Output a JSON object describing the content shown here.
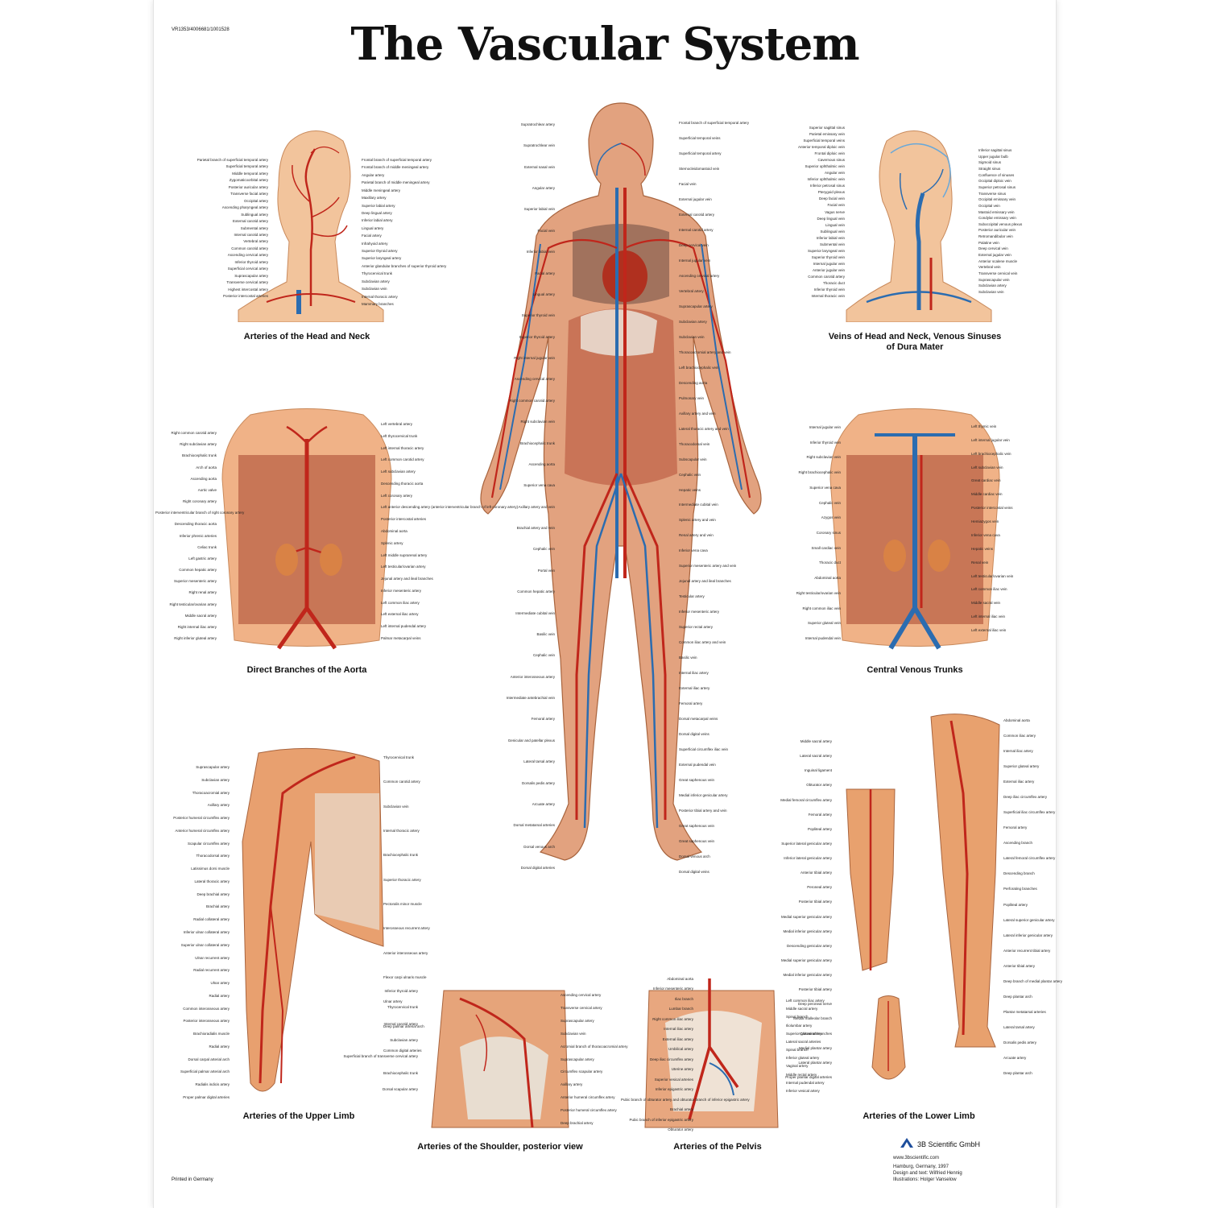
{
  "poster": {
    "product_code": "VR1353/4006681/1001528",
    "title": "The Vascular System",
    "printed": "Printed in Germany",
    "publisher": "3B Scientific GmbH",
    "url": "www.3bscientific.com",
    "city": "Hamburg, Germany, 1997",
    "design": "Design and text: Wilfried Hennig",
    "illustrations": "Illustrations: Holger Vanselow"
  },
  "captions": {
    "head_neck_arteries": "Arteries of the Head and Neck",
    "head_neck_veins": "Veins of Head and Neck, Venous Sinuses of Dura Mater",
    "aorta": "Direct Branches of the Aorta",
    "venous_trunks": "Central Venous Trunks",
    "upper_limb": "Arteries of the Upper Limb",
    "shoulder": "Arteries of the Shoulder, posterior view",
    "pelvis": "Arteries of the Pelvis",
    "lower_limb": "Arteries of the Lower Limb"
  },
  "labels": {
    "head_neck_arteries_left": [
      "Parietal branch of superficial temporal artery",
      "Superficial temporal artery",
      "Middle temporal artery",
      "Zygomaticoorbital artery",
      "Posterior auricular artery",
      "Transverse facial artery",
      "Occipital artery",
      "Ascending pharyngeal artery",
      "Sublingual artery",
      "External carotid artery",
      "Submental artery",
      "Internal carotid artery",
      "Vertebral artery",
      "Common carotid artery",
      "Ascending cervical artery",
      "Inferior thyroid artery",
      "Superficial cervical artery",
      "Suprascapular artery",
      "Transverse cervical artery",
      "Highest intercostal artery",
      "Posterior intercostal arteries"
    ],
    "head_neck_arteries_right": [
      "Frontal branch of superficial temporal artery",
      "Frontal branch of middle meningeal artery",
      "Angular artery",
      "Parietal branch of middle meningeal artery",
      "Middle meningeal artery",
      "Maxillary artery",
      "Superior labial artery",
      "Deep lingual artery",
      "Inferior labial artery",
      "Lingual artery",
      "Facial artery",
      "Infrahyoid artery",
      "Superior thyroid artery",
      "Superior laryngeal artery",
      "Anterior glandular branches of superior thyroid artery",
      "Thyrocervical trunk",
      "Subclavian artery",
      "Subclavian vein",
      "Internal thoracic artery",
      "Mammary branches"
    ],
    "body_left": [
      "Supratrochlear artery",
      "Supratrochlear vein",
      "External nasal vein",
      "Angular artery",
      "Superior labial vein",
      "Facial vein",
      "Inferior labial vein",
      "Facial artery",
      "Lingual artery",
      "Superior thyroid vein",
      "Superior thyroid artery",
      "Right internal jugular vein",
      "Ascending cervical artery",
      "Right common carotid artery",
      "Right subclavian vein",
      "Brachiocephalic trunk",
      "Ascending aorta",
      "Superior vena cava",
      "Axillary artery and vein",
      "Brachial artery and vein",
      "Cephalic vein",
      "Portal vein",
      "Common hepatic artery",
      "Intermediate cubital vein",
      "Basilic vein",
      "Cephalic vein",
      "Anterior interosseous artery",
      "Intermediate antebrachial vein",
      "Femoral artery",
      "Genicular and patellar plexus",
      "Lateral tarsal artery",
      "Dorsalis pedis artery",
      "Arcuate artery",
      "Dorsal metatarsal arteries",
      "Dorsal venous arch",
      "Dorsal digital arteries"
    ],
    "body_right": [
      "Frontal branch of superficial temporal artery",
      "Superficial temporal veins",
      "Superficial temporal artery",
      "Sternocleidomastoid vein",
      "Facial vein",
      "External jugular vein",
      "External carotid artery",
      "Internal carotid artery",
      "Deep cervical vein",
      "Internal jugular vein",
      "Ascending cervical artery",
      "Vertebral artery",
      "Suprascapular artery",
      "Subclavian artery",
      "Subclavian vein",
      "Thoracoacromial artery and vein",
      "Left brachiocephalic vein",
      "Descending aorta",
      "Pulmonary vein",
      "Axillary artery and vein",
      "Lateral thoracic artery and vein",
      "Thoracodorsal vein",
      "Subscapular vein",
      "Cephalic vein",
      "Hepatic veins",
      "Intermediate cubital vein",
      "Splenic artery and vein",
      "Renal artery and vein",
      "Inferior vena cava",
      "Superior mesenteric artery and vein",
      "Jejunal artery and ileal branches",
      "Testicular artery",
      "Inferior mesenteric artery",
      "Superior rectal artery",
      "Common iliac artery and vein",
      "Basilic vein",
      "Internal iliac artery",
      "External iliac artery",
      "Femoral artery",
      "Dorsal metacarpal veins",
      "Dorsal digital veins",
      "Superficial circumflex iliac vein",
      "External pudendal vein",
      "Great saphenous vein",
      "Medial inferior genicular artery",
      "Posterior tibial artery and vein",
      "Great saphenous vein",
      "Great saphenous vein",
      "Dorsal venous arch",
      "Dorsal digital veins"
    ],
    "head_neck_veins_left": [
      "Superior sagittal sinus",
      "Parietal emissary vein",
      "Superficial temporal veins",
      "Anterior temporal diploic vein",
      "Frontal diploic vein",
      "Cavernous sinus",
      "Superior ophthalmic vein",
      "Angular vein",
      "Inferior ophthalmic vein",
      "Inferior petrosal sinus",
      "Pterygoid plexus",
      "Deep facial vein",
      "Facial vein",
      "Vagus nerve",
      "Deep lingual vein",
      "Lingual vein",
      "Sublingual vein",
      "Inferior labial vein",
      "Submental vein",
      "Superior laryngeal vein",
      "Superior thyroid vein",
      "Internal jugular vein",
      "Anterior jugular vein",
      "Common carotid artery",
      "Thoracic duct",
      "Inferior thyroid vein",
      "Internal thoracic vein"
    ],
    "head_neck_veins_right": [
      "Inferior sagittal sinus",
      "Upper jugular bulb",
      "Sigmoid sinus",
      "Straight sinus",
      "Confluence of sinuses",
      "Occipital diploic vein",
      "Superior petrosal sinus",
      "Transverse sinus",
      "Occipital emissary vein",
      "Occipital vein",
      "Mastoid emissary vein",
      "Condylar emissary vein",
      "Suboccipital venous plexus",
      "Posterior auricular vein",
      "Retromandibular vein",
      "Palatine vein",
      "Deep cervical vein",
      "External jugular vein",
      "Anterior scalene muscle",
      "Vertebral vein",
      "Transverse cervical vein",
      "Suprascapular vein",
      "Subclavian artery",
      "Subclavian vein"
    ],
    "aorta_left": [
      "Right common carotid artery",
      "Right subclavian artery",
      "Brachiocephalic trunk",
      "Arch of aorta",
      "Ascending aorta",
      "Aortic valve",
      "Right coronary artery",
      "Posterior interventricular branch of right coronary artery",
      "Descending thoracic aorta",
      "Inferior phrenic arteries",
      "Celiac trunk",
      "Left gastric artery",
      "Common hepatic artery",
      "Superior mesenteric artery",
      "Right renal artery",
      "Right testicular/ovarian artery",
      "Middle sacral artery",
      "Right internal iliac artery",
      "Right inferior gluteal artery"
    ],
    "aorta_right": [
      "Left vertebral artery",
      "Left thyrocervical trunk",
      "Left internal thoracic artery",
      "Left common carotid artery",
      "Left subclavian artery",
      "Descending thoracic aorta",
      "Left coronary artery",
      "Left anterior descending artery (anterior interventricular branch of left coronary artery)",
      "Posterior intercostal arteries",
      "Abdominal aorta",
      "Splenic artery",
      "Left middle suprarenal artery",
      "Left testicular/ovarian artery",
      "Jejunal artery and ileal branches",
      "Inferior mesenteric artery",
      "Left common iliac artery",
      "Left external iliac artery",
      "Left internal pudendal artery",
      "Palmar metacarpal veins"
    ],
    "venous_left": [
      "Internal jugular vein",
      "Inferior thyroid vein",
      "Right subclavian vein",
      "Right brachiocephalic vein",
      "Superior vena cava",
      "Cephalic vein",
      "Azygos vein",
      "Coronary sinus",
      "Small cardiac vein",
      "Thoracic duct",
      "Abdominal aorta",
      "Right testicular/ovarian vein",
      "Right common iliac vein",
      "Superior gluteal vein",
      "Internal pudendal vein"
    ],
    "venous_right": [
      "Left thymic vein",
      "Left internal jugular vein",
      "Left brachiocephalic vein",
      "Left subclavian vein",
      "Great cardiac vein",
      "Middle cardiac vein",
      "Posterior intercostal veins",
      "Hemiazygos vein",
      "Inferior vena cava",
      "Hepatic veins",
      "Renal vein",
      "Left testicular/ovarian vein",
      "Left common iliac vein",
      "Middle sacral vein",
      "Left internal iliac vein",
      "Left external iliac vein"
    ],
    "upper_limb_left": [
      "Suprascapular artery",
      "Subclavian artery",
      "Thoracoacromial artery",
      "Axillary artery",
      "Posterior humeral circumflex artery",
      "Anterior humeral circumflex artery",
      "Scapular circumflex artery",
      "Thoracodorsal artery",
      "Latissimus dorsi muscle",
      "Lateral thoracic artery",
      "Deep brachial artery",
      "Brachial artery",
      "Radial collateral artery",
      "Inferior ulnar collateral artery",
      "Superior ulnar collateral artery",
      "Ulnar recurrent artery",
      "Radial recurrent artery",
      "Ulnar artery",
      "Radial artery",
      "Common interosseous artery",
      "Posterior interosseous artery",
      "Brachioradialis muscle",
      "Radial artery",
      "Dorsal carpal arterial arch",
      "Superficial palmar arterial arch",
      "Radialis indicis artery",
      "Proper palmar digital arteries"
    ],
    "upper_limb_right": [
      "Thyrocervical trunk",
      "Common carotid artery",
      "Subclavian vein",
      "Internal thoracic artery",
      "Brachiocephalic trunk",
      "Superior thoracic artery",
      "Pectoralis minor muscle",
      "Interosseous recurrent artery",
      "Anterior interosseous artery",
      "Flexor carpi ulnaris muscle",
      "Ulnar artery",
      "Deep palmar arterial arch",
      "Common digital arteries"
    ],
    "shoulder_left": [
      "Inferior thyroid artery",
      "Thyrocervical trunk",
      "Internal carotid artery",
      "Subclavian artery",
      "Superficial branch of transverse cervical artery",
      "Brachiocephalic trunk",
      "Dorsal scapular artery"
    ],
    "shoulder_right": [
      "Ascending cervical artery",
      "Transverse cervical artery",
      "Suprascapular artery",
      "Subclavian vein",
      "Acromial branch of thoracoacromial artery",
      "Suprascapular artery",
      "Circumflex scapular artery",
      "Axillary artery",
      "Anterior humeral circumflex artery",
      "Posterior humeral circumflex artery",
      "Deep brachial artery"
    ],
    "pelvis_left": [
      "Abdominal aorta",
      "Inferior mesenteric artery",
      "Iliac branch",
      "Lumbar branch",
      "Right common iliac artery",
      "Internal iliac artery",
      "External iliac artery",
      "Umbilical artery",
      "Deep iliac circumflex artery",
      "Uterine artery",
      "Superior vesical arteries",
      "Inferior epigastric artery",
      "Pubic branch of obturator artery and obturator branch of inferior epigastric artery",
      "Brachial artery",
      "Pubic branch of inferior epigastric artery",
      "Obturator artery"
    ],
    "pelvis_right": [
      "Left common iliac artery",
      "Middle sacral artery",
      "Spinal branch",
      "Iliolumbar artery",
      "Superior gluteal artery",
      "Lateral sacral arteries",
      "Spinal branch",
      "Inferior gluteal artery",
      "Vaginal artery",
      "Middle rectal artery",
      "Internal pudendal artery",
      "Inferior vesical artery"
    ],
    "lower_limb_left": [
      "Middle sacral artery",
      "Lateral sacral artery",
      "Inguinal ligament",
      "Obturator artery",
      "Medial femoral circumflex artery",
      "Femoral artery",
      "Popliteal artery",
      "Superior lateral genicular artery",
      "Inferior lateral genicular artery",
      "Anterior tibial artery",
      "Peroneal artery",
      "Posterior tibial artery",
      "Medial superior genicular artery",
      "Medial inferior genicular artery",
      "Descending genicular artery",
      "Medial superior genicular artery",
      "Medial inferior genicular artery",
      "Posterior tibial artery",
      "Deep peroneal nerve",
      "Medial malleolar branch",
      "Calcaneal branches",
      "Medial plantar artery",
      "Lateral plantar artery",
      "Proper plantar digital arteries"
    ],
    "lower_limb_right": [
      "Abdominal aorta",
      "Common iliac artery",
      "Internal iliac artery",
      "Superior gluteal artery",
      "External iliac artery",
      "Deep iliac circumflex artery",
      "Superficial iliac circumflex artery",
      "Femoral artery",
      "Ascending branch",
      "Lateral femoral circumflex artery",
      "Descending branch",
      "Perforating branches",
      "Popliteal artery",
      "Lateral superior genicular artery",
      "Lateral inferior genicular artery",
      "Anterior recurrent tibial artery",
      "Anterior tibial artery",
      "Deep branch of medial plantar artery",
      "Deep plantar arch",
      "Plantar metatarsal arteries",
      "Lateral tarsal artery",
      "Dorsalis pedis artery",
      "Arcuate artery",
      "Deep plantar arch"
    ]
  },
  "colors": {
    "artery": "#c0261b",
    "vein": "#2b6cb0",
    "skin": "#e9a170",
    "muscle": "#b4503a"
  }
}
